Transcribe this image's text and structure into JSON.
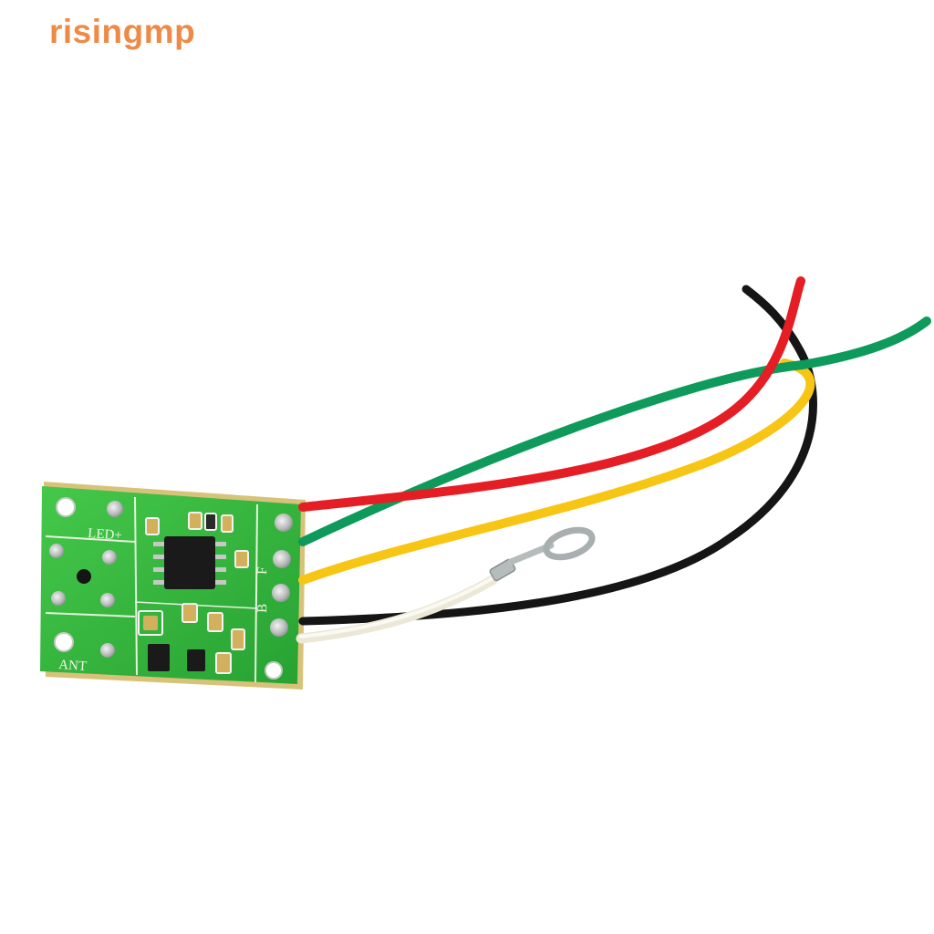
{
  "watermark": {
    "text": "risingmp",
    "color": "#ee8a48"
  },
  "board": {
    "labels": {
      "led_plus": "LED+",
      "antenna": "ANT",
      "f": "F",
      "b": "B"
    },
    "pcb_color": "#33b53a"
  },
  "wires": [
    {
      "name": "black",
      "color": "#151515"
    },
    {
      "name": "red",
      "color": "#e41e24"
    },
    {
      "name": "green",
      "color": "#0e9a5a"
    },
    {
      "name": "yellow",
      "color": "#f7c514"
    },
    {
      "name": "white",
      "color": "#f2efe2"
    }
  ]
}
